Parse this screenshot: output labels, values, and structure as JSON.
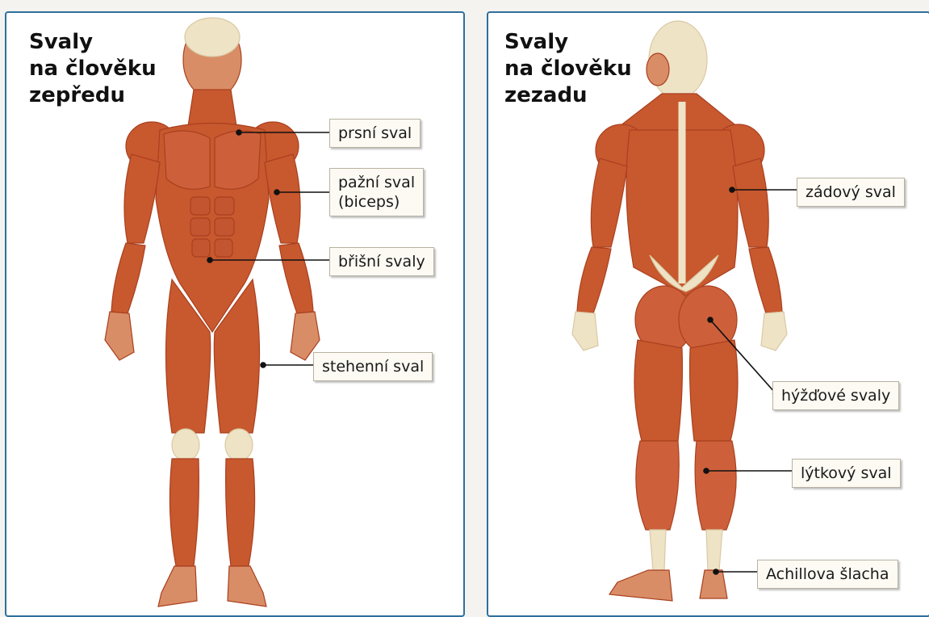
{
  "front": {
    "title_lines": [
      "Svaly",
      "na člověku",
      "zepředu"
    ],
    "labels": {
      "chest": "prsní sval",
      "biceps_line1": "pažní sval",
      "biceps_line2": "(biceps)",
      "abs": "břišní svaly",
      "thigh": "stehenní sval"
    }
  },
  "back": {
    "title_lines": [
      "Svaly",
      "na člověku",
      "zezadu"
    ],
    "labels": {
      "back": "zádový sval",
      "glutes": "hýžďové svaly",
      "calf": "lýtkový sval",
      "achilles": "Achillova šlacha"
    }
  },
  "colors": {
    "panel_border": "#2f6f9c",
    "muscle": "#c8582e",
    "muscle_dark": "#a9401f",
    "tendon": "#efe3c6",
    "label_bg": "#fdfaf3"
  }
}
